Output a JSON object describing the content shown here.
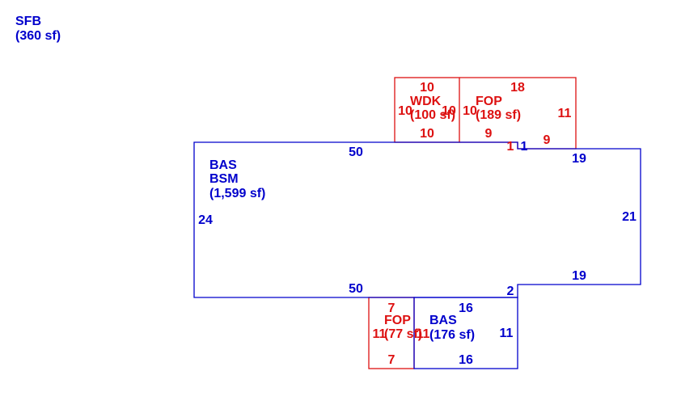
{
  "sfb": {
    "code": "SFB",
    "area": "(360 sf)"
  },
  "areas": {
    "main": {
      "code1": "BAS",
      "code2": "BSM",
      "area": "(1,599 sf)"
    },
    "wdk": {
      "code": "WDK",
      "area": "(100 sf)"
    },
    "fop_top": {
      "code": "FOP",
      "area": "(189 sf)"
    },
    "fop_bottom": {
      "code": "FOP",
      "area": "(77 sf)"
    },
    "bas_bottom": {
      "code": "BAS",
      "area": "(176 sf)"
    }
  },
  "dims": {
    "main_top": "50",
    "main_bottom": "50",
    "main_left": "24",
    "main_right": "21",
    "main_right_top": "19",
    "main_right_bottom": "19",
    "step": "2",
    "wdk_top": "10",
    "wdk_left": "10",
    "wdk_right": "10",
    "wdk_bottom": "10",
    "fop_top_top": "18",
    "fop_top_left": "10",
    "fop_top_right": "11",
    "fop_top_bottom_a": "9",
    "fop_top_bottom_b": "9",
    "fop_top_step_a": "1",
    "fop_top_step_b": "1",
    "fop_bottom_top": "7",
    "fop_bottom_left": "11",
    "fop_bottom_right": "11",
    "fop_bottom_bottom": "7",
    "bas_bottom_top": "16",
    "bas_bottom_bottom": "16",
    "bas_bottom_right": "11"
  },
  "colors": {
    "blue": "#0000cc",
    "red": "#dd1111"
  }
}
